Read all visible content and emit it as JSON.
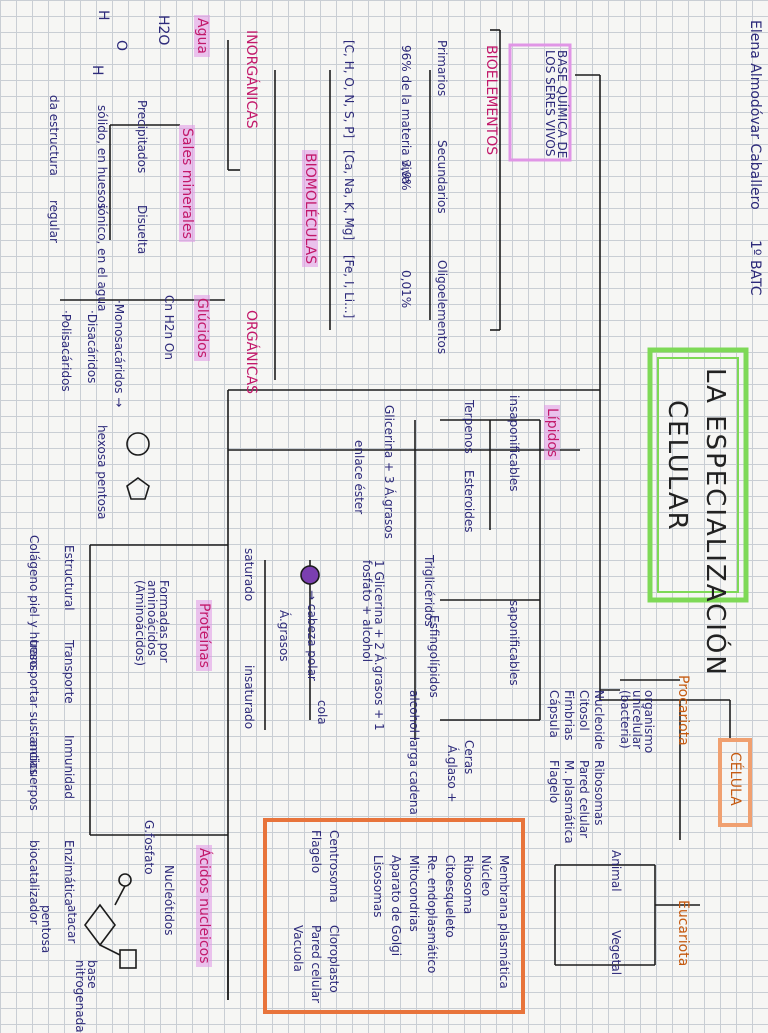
{
  "header": {
    "author": "Elena Almodóvar Caballero",
    "course": "1º BATC"
  },
  "title": {
    "line1": "LA ESPECIALIZACIÓN",
    "line2": "CELULAR"
  },
  "colors": {
    "ink": "#2d2a7a",
    "highlight_pink": "#e096e6",
    "title_box": "#7ed957",
    "cell_box": "#f0a070",
    "orange_box": "#e8743b"
  },
  "sections": {
    "base": "BASE QUÍMICA DE LOS SERES VIVOS",
    "bioelementos": {
      "label": "BIOELEMENTOS",
      "primarios": {
        "label": "Primarios",
        "pct": "96% de la materia viva",
        "elements": "[C, H, O, N, S, P]"
      },
      "secundarios": {
        "label": "Secundarios",
        "pct": "3,9%",
        "elements": "[Ca, Na, K, Mg]"
      },
      "oligoelementos": {
        "label": "Oligoelementos",
        "pct": "0,01%",
        "elements": "[Fe, I, Li...]"
      }
    },
    "biomoleculas": {
      "label": "BIOMOLÉCULAS",
      "inorganicas": {
        "label": "INORGÁNICAS",
        "agua": {
          "label": "Agua",
          "formula": "H2O",
          "atoms": [
            "H",
            "O",
            "H"
          ]
        },
        "sales": {
          "label": "Sales minerales",
          "precipitados": "Precipitados",
          "solido": "sólido, en huesos",
          "estructura": "da estructura",
          "disuelta": "Disuelta",
          "ionico": "iónico, en el agua",
          "regular": "regular"
        }
      },
      "organicas": {
        "label": "ORGÁNICAS",
        "glucidos": {
          "label": "Glúcidos",
          "formula": "Cn H2n On",
          "mono": "·Monosacáridos →",
          "hexosa": "hexosa pentosa",
          "di": "·Disacáridos",
          "poli": "·Polisacáridos"
        },
        "lipidos": {
          "label": "Lípidos",
          "insaponificables": "insaponificables",
          "terpenos": "Terpenos",
          "esteroides": "Esteroides",
          "glicerina": "Glicerina + 3 Á.grasos",
          "enlace": "enlace éster",
          "saponificables": "saponificables",
          "trigliceridos": "Triglicéridos",
          "fosfolipidos": "1 Glicerina + 2 Á.grasos + 1 fosfato + alcohol",
          "esfingolipidos": "Esfingolípidos",
          "alcohol": "alcohol larga cadena",
          "ceras": "Ceras",
          "aglaso": "Á.glaso +",
          "cabeza": "→ cabeza polar",
          "agrasos": "Á.grasos",
          "saturado": "saturado",
          "insaturado": "insaturado",
          "cola": "cola"
        },
        "proteinas": {
          "label": "Proteínas",
          "formadas": "Formadas por aminoácidos (Aminoácidos)",
          "funciones": [
            "Estructural",
            "Transporte",
            "Inmunidad",
            "Enzimática"
          ],
          "ejemplos": [
            "Colágeno piel y hueso",
            "transportar sustancias",
            "anticuerpos",
            "biocatalizador"
          ]
        },
        "acidos": {
          "label": "Ácidos nucleicos",
          "nucleotidos": "Nucleótidos",
          "grupo": "G.fosfato",
          "pentosa": "pentosa",
          "base": "base nitrogenada",
          "atacar": "atacar"
        }
      }
    },
    "celula": {
      "label": "CÉLULA",
      "procariota": {
        "label": "Procariota",
        "desc": "organismo unicelular (bacteria)",
        "items": [
          "Nucleoide",
          "Citosol",
          "Fimbrias",
          "Cápsula",
          "Ribosomas",
          "Pared celular",
          "M. plasmática",
          "Flagelo"
        ]
      },
      "eucariota": {
        "label": "Eucariota",
        "animal": "Animal",
        "vegetal": "Vegetal",
        "orgánulos": [
          "Membrana plasmática",
          "Núcleo",
          "Ribosoma",
          "Citoesqueleto",
          "Re. endoplasmático",
          "Mitocondrias",
          "Aparato de Golgi",
          "Lisosomas"
        ],
        "animal_only": [
          "Centrosoma",
          "Flagelo"
        ],
        "vegetal_only": [
          "Cloroplasto",
          "Pared celular",
          "Vacuola"
        ]
      }
    }
  }
}
